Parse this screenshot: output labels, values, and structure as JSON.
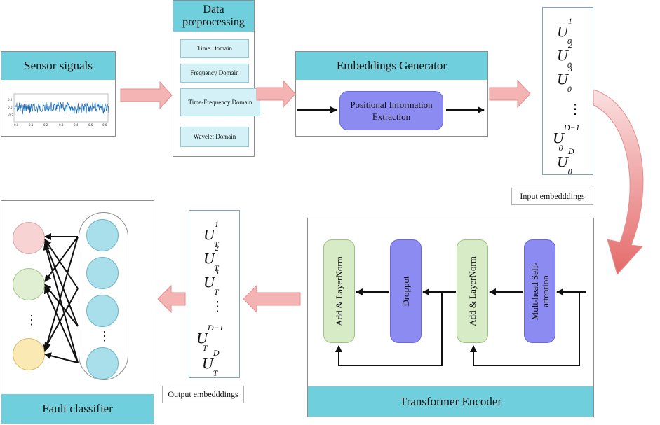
{
  "sensor": {
    "title": "Sensor signals",
    "y_ticks": [
      "0.2",
      "0.0",
      "-0.2"
    ],
    "x_ticks": [
      "0.0",
      "0.1",
      "0.2",
      "0.3",
      "0.4",
      "0.5",
      "0.6"
    ]
  },
  "preprocessing": {
    "title_line1": "Data",
    "title_line2": "preprocessing",
    "items": [
      "Time Domain",
      "Frequency Domain",
      "Time-Frequency Domain",
      "Wavelet Domain"
    ]
  },
  "embeddings_generator": {
    "title": "Embeddings Generator",
    "inner_line1": "Positional Information",
    "inner_line2": "Extraction"
  },
  "input_embeddings": {
    "label": "Input embedddings",
    "base": "U",
    "sub": "0",
    "superscripts": [
      "1",
      "2",
      "3",
      "D−1",
      "D"
    ],
    "ellipsis": "⋮"
  },
  "transformer": {
    "title": "Transformer Encoder",
    "blocks": [
      "Add & LayerNorm",
      "Droppot",
      "Add & LayerNorm",
      "Mult-head Self-attention"
    ]
  },
  "output_embeddings": {
    "label": "Output embedddings",
    "base": "U",
    "sub": "T",
    "superscripts": [
      "1",
      "2",
      "3",
      "D−1",
      "D"
    ],
    "ellipsis": "⋮"
  },
  "classifier": {
    "title": "Fault classifier",
    "ellipsis": "⋮"
  },
  "colors": {
    "header": "#6fcfdc",
    "subbox": "#d3f1f6",
    "green": "#d6ebc6",
    "purple": "#8b8bf2",
    "arrow_pink": "#f4b4b4",
    "node_pink": "#f8d3d3",
    "node_green": "#e0efd2",
    "node_yellow": "#fbe9b4",
    "node_cyan": "#a9dfeb"
  }
}
